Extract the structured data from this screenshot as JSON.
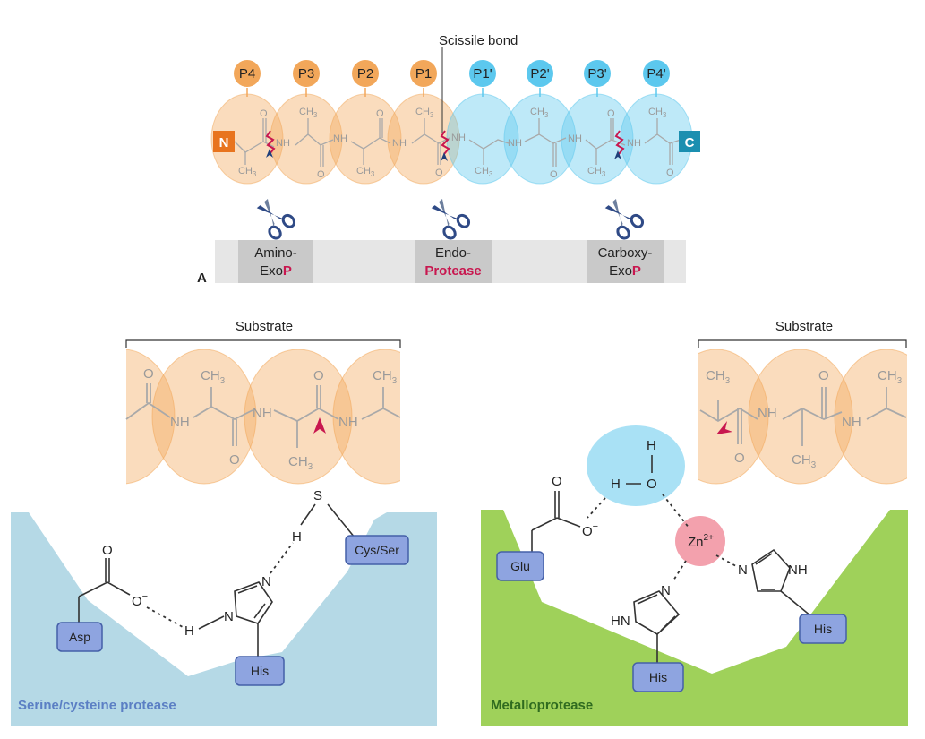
{
  "panel_a": {
    "panel_label": "A",
    "scissile_label": "Scissile bond",
    "n_term": "N",
    "c_term": "C",
    "positions_prime_side_unprimed": [
      "P4",
      "P3",
      "P2",
      "P1"
    ],
    "positions_primed": [
      "P1'",
      "P2'",
      "P3'",
      "P4'"
    ],
    "enzymes": {
      "amino_line1": "Amino-",
      "amino_line2_prefix": "Exo",
      "amino_line2_accent": "P",
      "endo_line1": "Endo-",
      "endo_line2": "Protease",
      "carboxy_line1": "Carboxy-",
      "carboxy_line2_prefix": "Exo",
      "carboxy_line2_accent": "P"
    },
    "atoms": {
      "oxygen": "O",
      "amide": "NH",
      "methyl": "CH",
      "methyl_sub": "3"
    }
  },
  "panel_serine": {
    "substrate_label": "Substrate",
    "title": "Serine/cysteine protease",
    "residues": {
      "asp": "Asp",
      "his": "His",
      "cys_ser": "Cys/Ser"
    },
    "atoms": {
      "O": "O",
      "O_minus": "O",
      "minus": "−",
      "H": "H",
      "N": "N",
      "S": "S",
      "NH": "NH",
      "CH": "CH",
      "sub3": "3"
    }
  },
  "panel_metallo": {
    "substrate_label": "Substrate",
    "title": "Metalloprotease",
    "residues": {
      "glu": "Glu",
      "his_left": "His",
      "his_right": "His"
    },
    "atoms": {
      "zn": "Zn",
      "zn_charge": "2+",
      "H": "H",
      "O": "O",
      "minus": "−",
      "N": "N",
      "HN": "HN",
      "NH": "NH",
      "CH": "CH",
      "sub3": "3"
    }
  },
  "colors": {
    "unprimed_orange": "#f2a75a",
    "primed_blue": "#5cc8ee",
    "n_term_orange": "#e8741e",
    "c_term_teal": "#1b8fb0",
    "accent_red": "#c8174f",
    "residue_box": "#8ea4e0",
    "serine_bg": "#b5d9e6",
    "metallo_bg": "#9fd15a",
    "water_blue": "#a9e1f5",
    "zinc_pink": "#f08a98",
    "scissor_blue": "#2f4a86"
  }
}
